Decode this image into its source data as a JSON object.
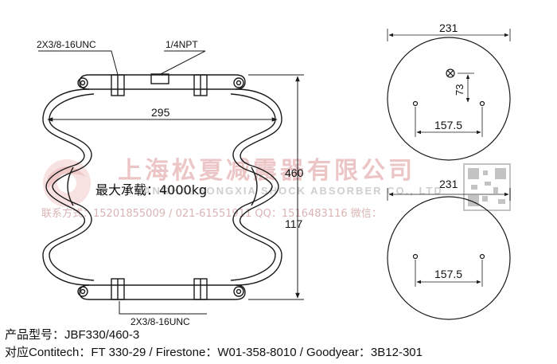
{
  "drawing": {
    "callout_top_left": "2X3/8-16UNC",
    "callout_top_port": "1/4NPT",
    "dim_width": "295",
    "dim_height_total": "460",
    "dim_height_min": "117",
    "callout_bottom": "2X3/8-16UNC",
    "top_plate": {
      "dim_diameter": "231",
      "dim_offset": "73",
      "dim_hole_spacing": "157.5"
    },
    "bottom_plate": {
      "dim_diameter": "231",
      "dim_hole_spacing": "157.5"
    },
    "max_load": "最大承载：4000kg"
  },
  "watermark": {
    "company_cn": "上海松夏减震器有限公司",
    "company_en": "SHANGHAI SONGXIA SHOCK ABSORBER CO., LTD",
    "contact_line": "联系方式：15201855009 / 021-61551911  QQ：1516483116   微信："
  },
  "captions": {
    "model": "产品型号：JBF330/460-3",
    "cross_ref": "对应Contitech：FT 330-29 / Firestone：W01-358-8010 / Goodyear：3B12-301"
  },
  "colors": {
    "line": "#1a1a1a",
    "watermark_red": "#e6b3b3",
    "watermark_grey": "#cfcfcf"
  }
}
